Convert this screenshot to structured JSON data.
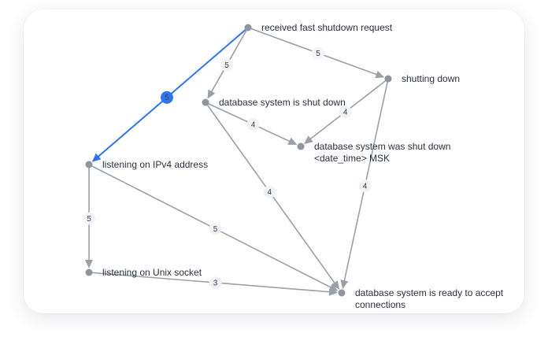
{
  "colors": {
    "edge": "#9aa0a6",
    "highlight": "#2f74f0",
    "node": "#8e959c",
    "label_bg": "#f1f3f6"
  },
  "nodes": [
    {
      "id": "A",
      "label": [
        "received fast shutdown request"
      ]
    },
    {
      "id": "B",
      "label": [
        "shutting down"
      ]
    },
    {
      "id": "C",
      "label": [
        "database system is shut down"
      ]
    },
    {
      "id": "D",
      "label": [
        "database system was shut down",
        "<date_time> MSK"
      ]
    },
    {
      "id": "E",
      "label": [
        "listening on IPv4 address"
      ]
    },
    {
      "id": "F",
      "label": [
        "listening on Unix socket"
      ]
    },
    {
      "id": "G",
      "label": [
        "database system is ready to accept",
        "connections"
      ]
    }
  ],
  "edges": [
    {
      "from": "A",
      "to": "E",
      "weight": "5",
      "highlighted": true
    },
    {
      "from": "A",
      "to": "C",
      "weight": "5",
      "highlighted": false
    },
    {
      "from": "A",
      "to": "B",
      "weight": "5",
      "highlighted": false
    },
    {
      "from": "C",
      "to": "D",
      "weight": "4",
      "highlighted": false
    },
    {
      "from": "B",
      "to": "D",
      "weight": "4",
      "highlighted": false
    },
    {
      "from": "C",
      "to": "G",
      "weight": "4",
      "highlighted": false
    },
    {
      "from": "B",
      "to": "G",
      "weight": "4",
      "highlighted": false
    },
    {
      "from": "E",
      "to": "F",
      "weight": "5",
      "highlighted": false
    },
    {
      "from": "E",
      "to": "G",
      "weight": "5",
      "highlighted": false
    },
    {
      "from": "F",
      "to": "G",
      "weight": "3",
      "highlighted": false
    }
  ]
}
